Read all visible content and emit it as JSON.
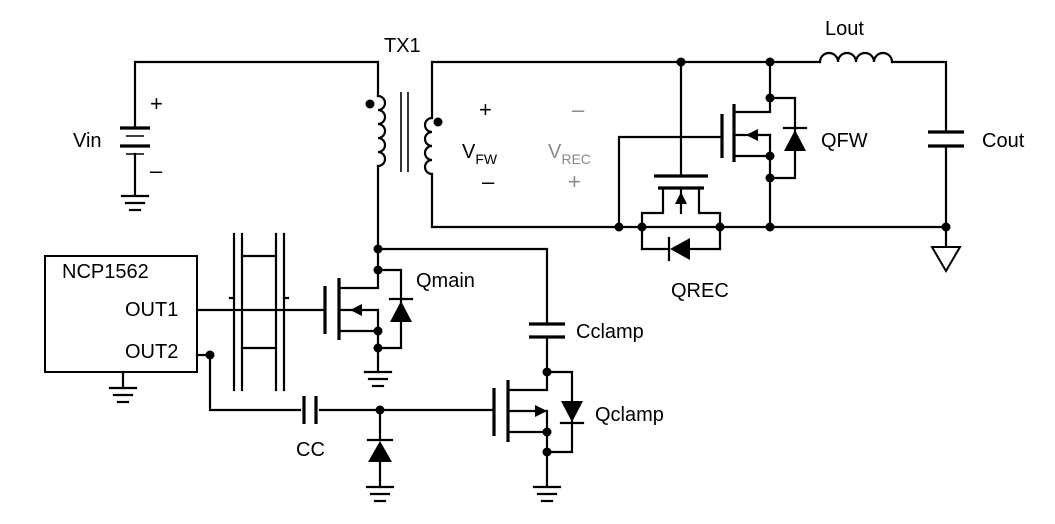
{
  "labels": {
    "tx1": "TX1",
    "lout": "Lout",
    "vin": "Vin",
    "cout": "Cout",
    "qfw": "QFW",
    "qrec": "QREC",
    "qmain": "Qmain",
    "cclamp": "Cclamp",
    "qclamp": "Qclamp",
    "cc": "CC",
    "ncp": "NCP1562",
    "out1": "OUT1",
    "out2": "OUT2",
    "vfw_main": "V",
    "vfw_sub": "FW",
    "vrec_main": "V",
    "vrec_sub": "REC"
  },
  "signs": {
    "plus": "+",
    "minus": "–"
  },
  "colors": {
    "wire": "#000000",
    "muted_label": "#8a8a8a"
  }
}
